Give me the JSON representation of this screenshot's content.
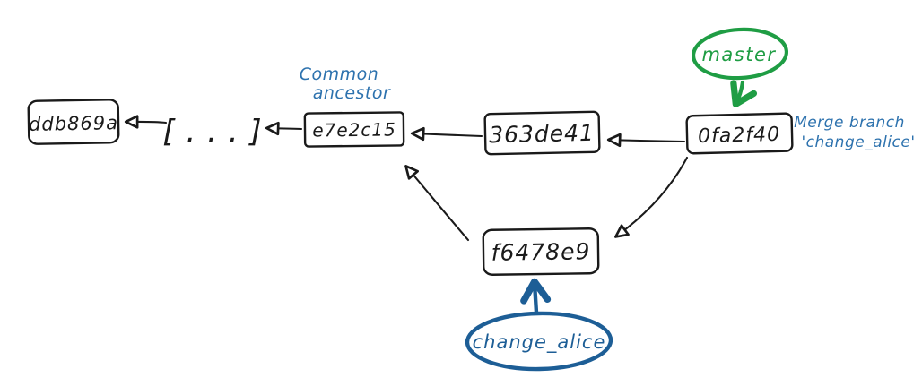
{
  "diagram": {
    "type": "git-commit-graph-sketch",
    "colors": {
      "ink": "#1a1a1a",
      "master_green": "#1f9d44",
      "branch_blue": "#1d5e96",
      "note_blue": "#2d72ae",
      "background": "#ffffff"
    },
    "nodes": {
      "ddb869a": {
        "label": "ddb869a"
      },
      "ellipsis": {
        "label": "[ . . . ]"
      },
      "e7e2c15": {
        "label": "e7e2c15"
      },
      "363de41": {
        "label": "363de41"
      },
      "0fa2f40": {
        "label": "0fa2f40"
      },
      "f6478e9": {
        "label": "f6478e9"
      }
    },
    "branches": {
      "master": {
        "label": "master",
        "color": "#1f9d44",
        "points_to": "0fa2f40"
      },
      "change_alice": {
        "label": "change_alice",
        "color": "#1d5e96",
        "points_to": "f6478e9"
      }
    },
    "notes": {
      "common_ancestor": {
        "line1": "Common",
        "line2": "ancestor",
        "attached_to": "e7e2c15"
      },
      "merge": {
        "line1": "Merge branch",
        "line2": "'change_alice'",
        "attached_to": "0fa2f40"
      }
    },
    "edges": [
      {
        "from": "ellipsis",
        "to": "ddb869a"
      },
      {
        "from": "e7e2c15",
        "to": "ellipsis"
      },
      {
        "from": "363de41",
        "to": "e7e2c15"
      },
      {
        "from": "0fa2f40",
        "to": "363de41"
      },
      {
        "from": "f6478e9",
        "to": "e7e2c15"
      },
      {
        "from": "0fa2f40",
        "to": "f6478e9"
      },
      {
        "from": "master",
        "to": "0fa2f40"
      },
      {
        "from": "change_alice",
        "to": "f6478e9"
      }
    ]
  }
}
